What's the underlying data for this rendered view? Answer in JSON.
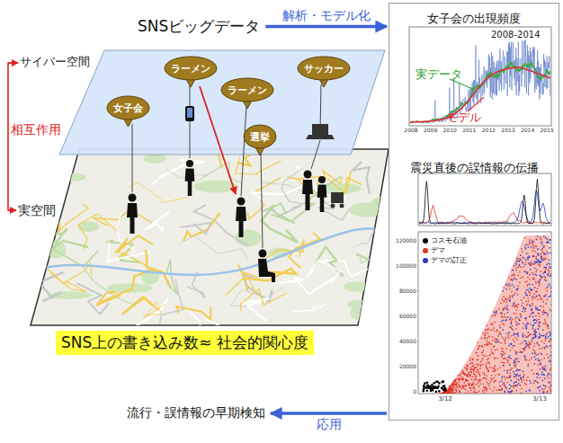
{
  "diagram": {
    "nodes": [
      {
        "text": [
          "SNSビッグデータ"
        ]
      },
      {
        "text": [
          "女子会の出現頻度",
          "震災直後の誤情報の伝播"
        ]
      },
      {
        "text": [
          "流行・誤情報の早期検知"
        ]
      },
      {
        "text": [
          "SNS上の書き込み数≈ 社会的関心度"
        ]
      },
      {
        "text": [
          "ラーメン"
        ]
      },
      {
        "text": [
          "サッカー"
        ]
      },
      {
        "text": [
          "ラーメン"
        ]
      },
      {
        "text": [
          "女子会"
        ]
      },
      {
        "text": [
          "選挙"
        ]
      }
    ],
    "edges": [
      {
        "from": 0,
        "to": 1,
        "label": "解析・モデル化",
        "arrow": "to"
      },
      {
        "from": 1,
        "to": 2,
        "label": "応用",
        "arrow": "to"
      }
    ],
    "labels": [
      "サイバー空間",
      "相互作用",
      "実空間",
      "2008-2014",
      "実データ",
      "モデル",
      "2008",
      "2009",
      "2010",
      "2011",
      "2012",
      "2013",
      "2014",
      "2015",
      "3/12",
      "3/13",
      "0",
      "20000",
      "40000",
      "60000",
      "80000",
      "100000",
      "120000"
    ],
    "legend": [
      {
        "text": "コスモ石油",
        "color": "#000000"
      },
      {
        "text": "デマ",
        "color": "#e03020"
      },
      {
        "text": "デマの訂正",
        "color": "#2838c8"
      }
    ]
  }
}
